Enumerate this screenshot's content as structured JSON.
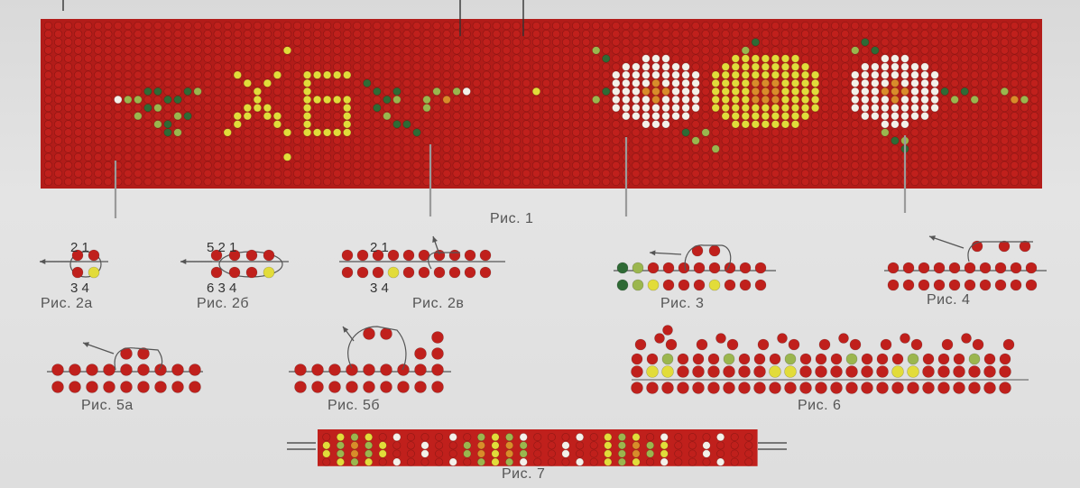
{
  "figures": {
    "fig1": "Рис. 1",
    "fig2a": "Рис. 2а",
    "fig2b": "Рис. 2б",
    "fig2v": "Рис. 2в",
    "fig3": "Рис. 3",
    "fig4": "Рис. 4",
    "fig5a": "Рис. 5а",
    "fig5b": "Рис. 5б",
    "fig6": "Рис. 6",
    "fig7": "Рис. 7"
  },
  "step_numbers": {
    "fig2a_top": "2 1",
    "fig2a_bottom": "3 4",
    "fig2b_top": "5  2  1",
    "fig2b_bottom": "6  3  4",
    "fig2v_top": "2 1",
    "fig2v_bottom": "3 4"
  },
  "colors": {
    "bead_red": "#c0201c",
    "bead_white": "#f4f1ea",
    "bead_yellow": "#e2dc3a",
    "bead_light_green": "#9bb64e",
    "bead_dark_green": "#2f6a35",
    "bead_orange": "#d98c2a",
    "thread": "#555555"
  }
}
